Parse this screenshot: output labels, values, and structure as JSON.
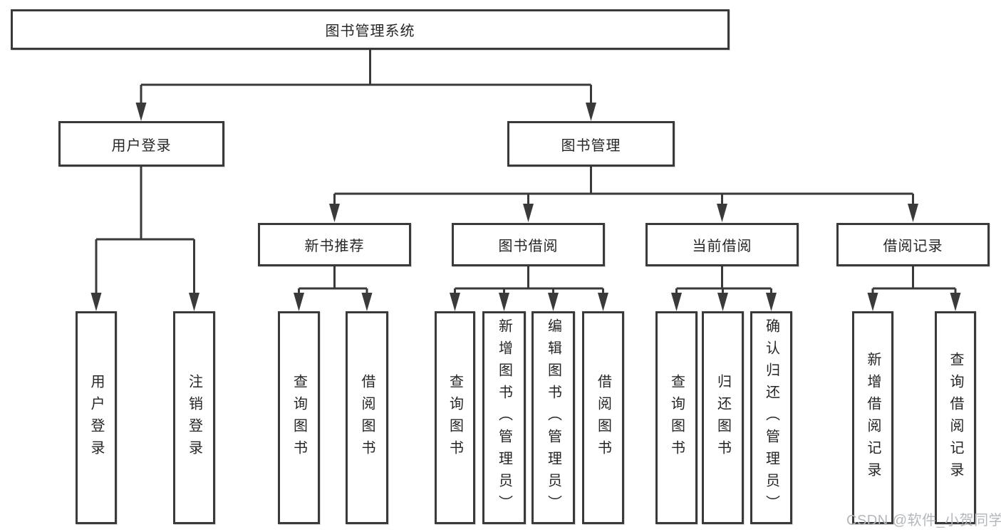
{
  "colors": {
    "line": "#3a3a3a",
    "box_border": "#3a3a3a",
    "box_fill": "#ffffff",
    "text": "#262626",
    "watermark": "#b4b8bc",
    "background": "#ffffff"
  },
  "watermark": {
    "text": "CSDN @软件_小贺同学"
  },
  "tree": {
    "root": {
      "label": "图书管理系统"
    },
    "branches": [
      {
        "label": "用户登录",
        "children": [
          {
            "label": "用户登录"
          },
          {
            "label": "注销登录"
          }
        ]
      },
      {
        "label": "图书管理",
        "children": [
          {
            "label": "新书推荐",
            "children": [
              {
                "label": "查询图书"
              },
              {
                "label": "借阅图书"
              }
            ]
          },
          {
            "label": "图书借阅",
            "children": [
              {
                "label": "查询图书"
              },
              {
                "label": "新增图书（管理员）"
              },
              {
                "label": "编辑图书（管理员）"
              },
              {
                "label": "借阅图书"
              }
            ]
          },
          {
            "label": "当前借阅",
            "children": [
              {
                "label": "查询图书"
              },
              {
                "label": "归还图书"
              },
              {
                "label": "确认归还（管理员）"
              }
            ]
          },
          {
            "label": "借阅记录",
            "children": [
              {
                "label": "新增借阅记录"
              },
              {
                "label": "查询借阅记录"
              }
            ]
          }
        ]
      }
    ]
  }
}
